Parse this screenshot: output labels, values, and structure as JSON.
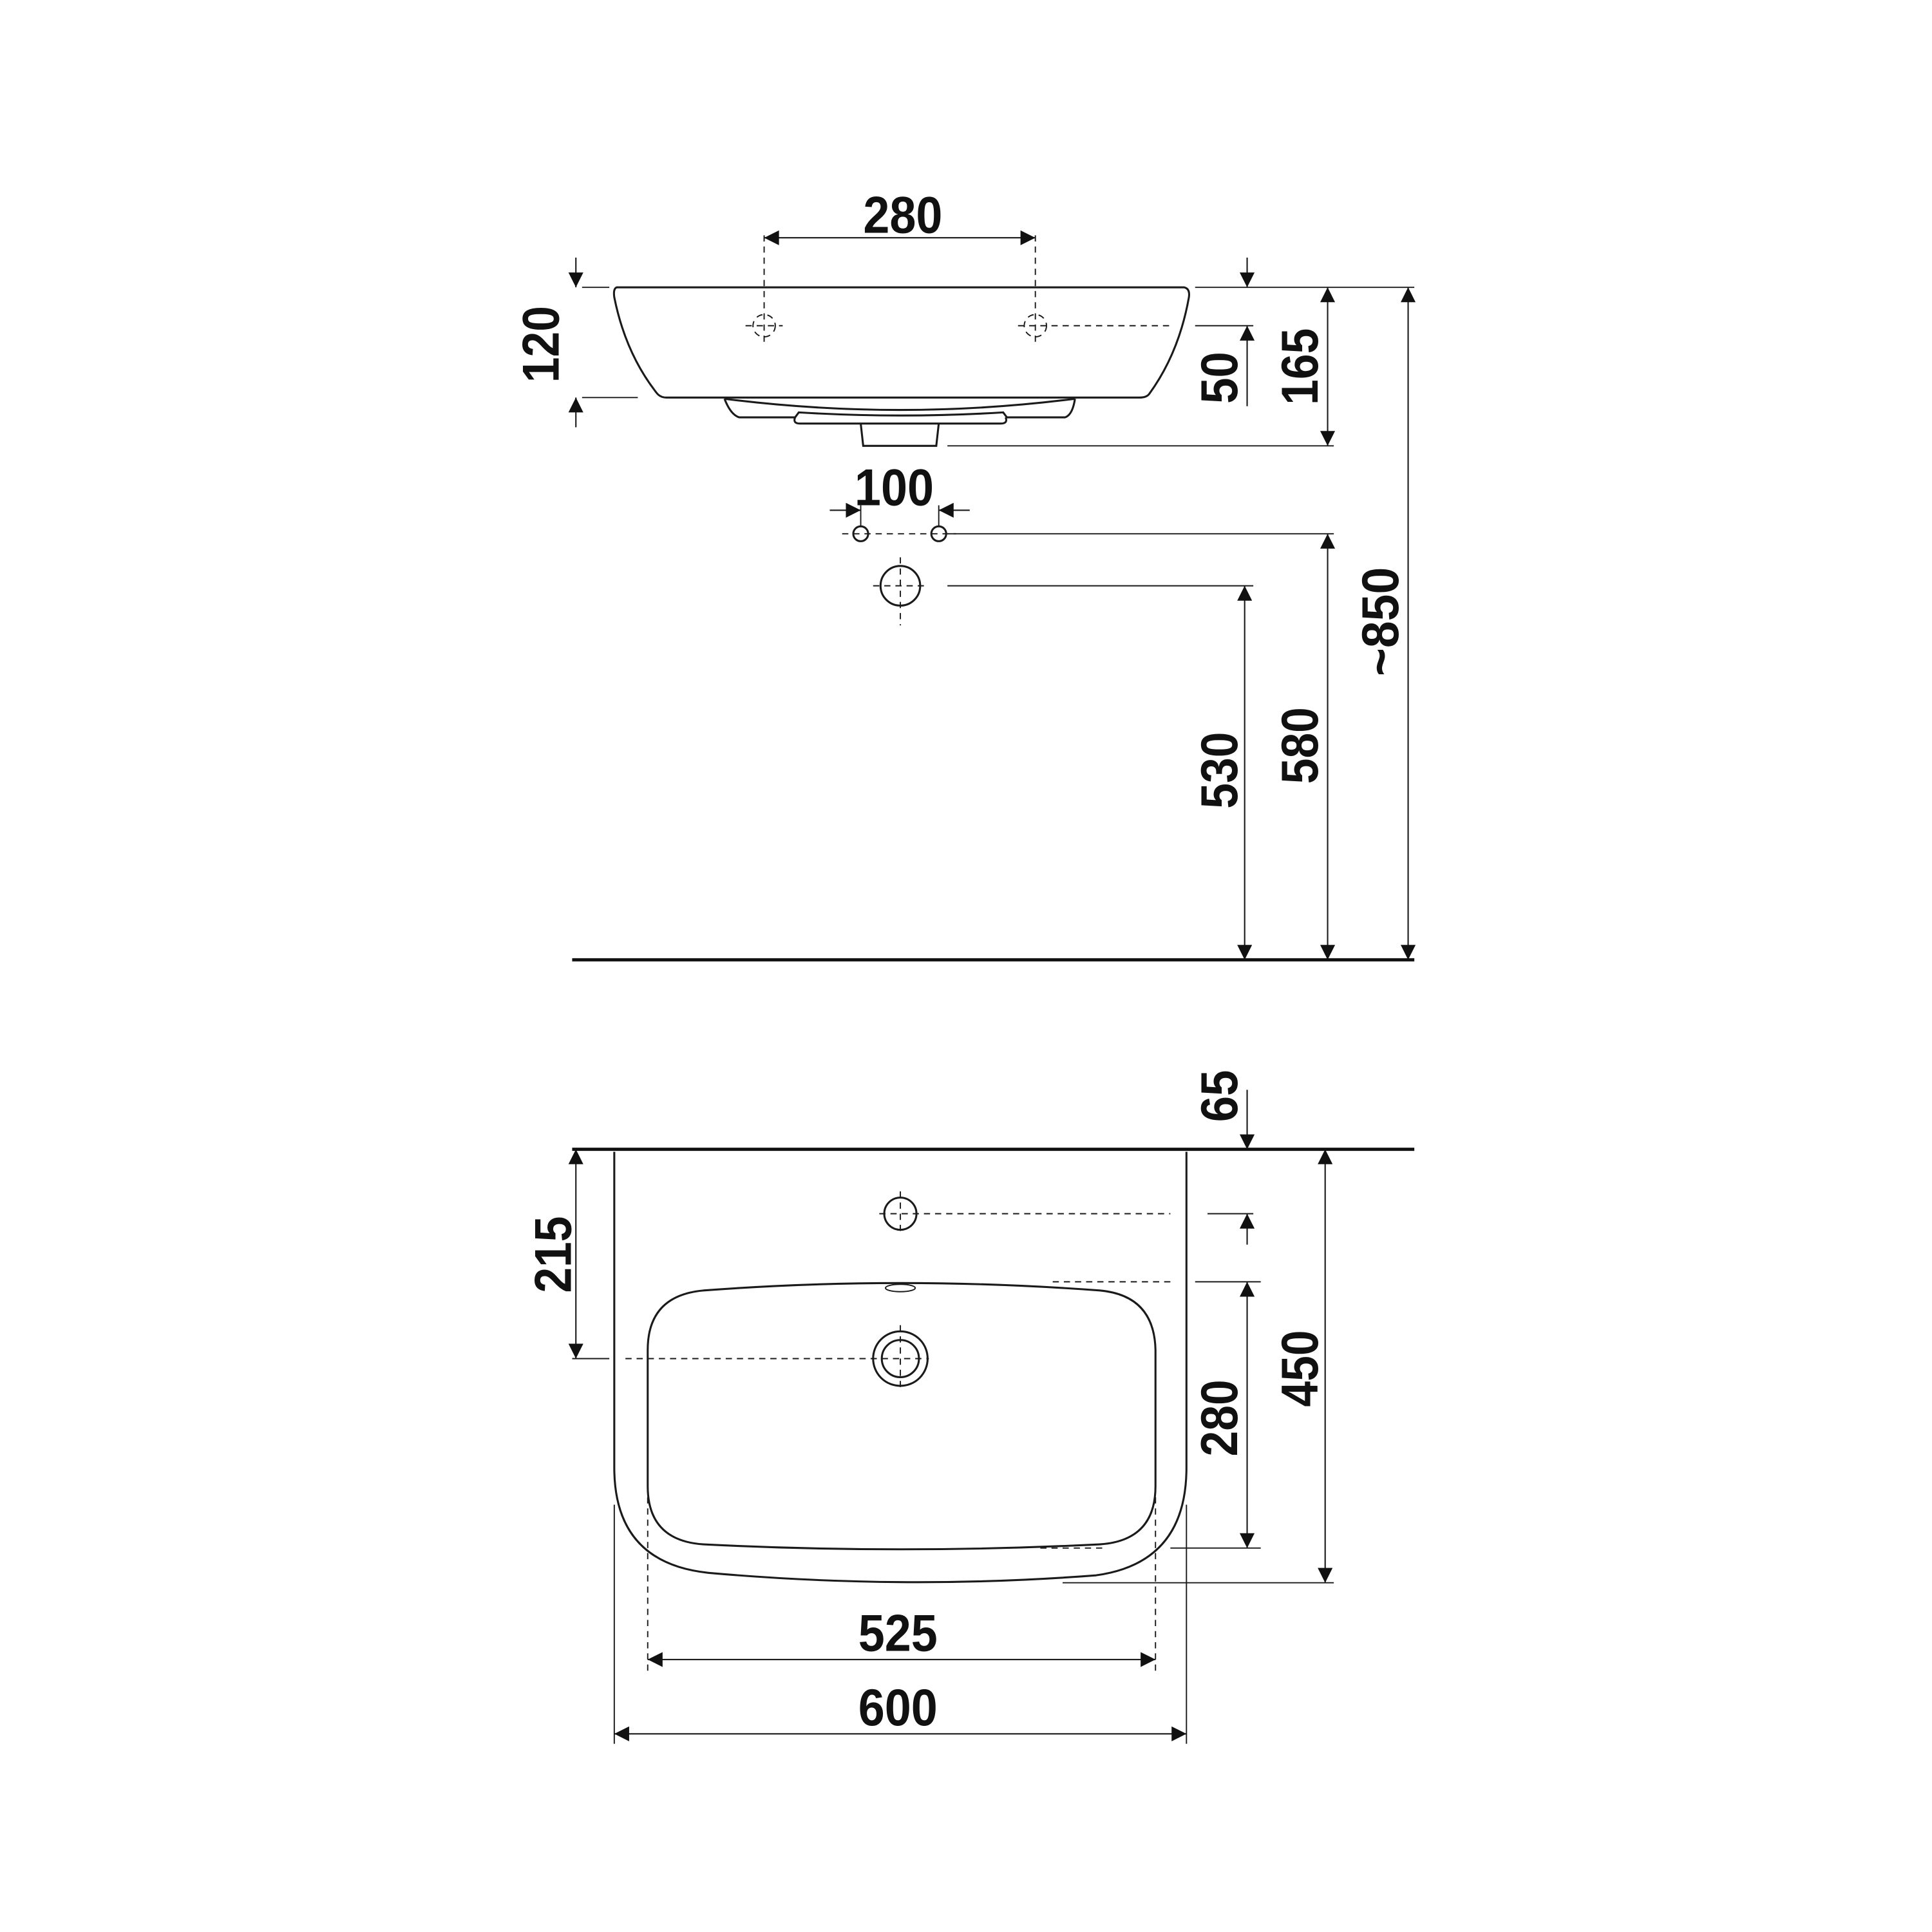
{
  "side_view": {
    "tap_hole_spacing": "280",
    "basin_height": "120",
    "tap_hole_offset": "50",
    "total_depth": "165",
    "mounting_height": "~850",
    "fixing_spacing": "100",
    "waste_height": "530",
    "fixing_height": "580"
  },
  "plan_view": {
    "tap_hole_from_wall": "65",
    "drain_from_wall": "215",
    "bowl_depth": "280",
    "basin_depth": "450",
    "bowl_width": "525",
    "basin_width": "600"
  }
}
